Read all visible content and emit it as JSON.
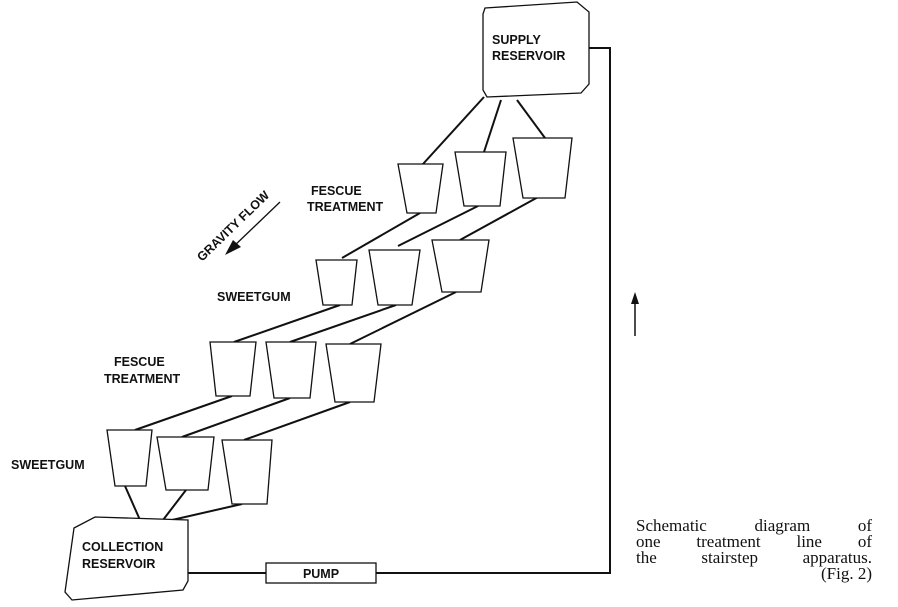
{
  "diagram": {
    "supply_reservoir": [
      "SUPPLY",
      "RESERVOIR"
    ],
    "collection_reservoir": [
      "COLLECTION",
      "RESERVOIR"
    ],
    "pump": "PUMP",
    "gravity_flow": "GRAVITY FLOW",
    "stages": [
      {
        "label": [
          "FESCUE",
          "TREATMENT"
        ]
      },
      {
        "label": [
          "SWEETGUM"
        ]
      },
      {
        "label": [
          "FESCUE",
          "TREATMENT"
        ]
      },
      {
        "label": [
          "SWEETGUM"
        ]
      }
    ]
  },
  "caption": {
    "lines": [
      "Schematic diagram of",
      "one treatment line of",
      "the stairstep apparatus."
    ],
    "fig": "(Fig. 2)"
  }
}
